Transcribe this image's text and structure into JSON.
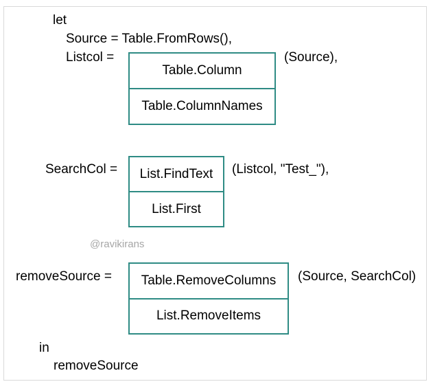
{
  "code": {
    "let": "let",
    "source_line": "Source = Table.FromRows(),",
    "listcol_label": "Listcol =",
    "listcol_args": "(Source),",
    "listcol_options": [
      "Table.Column",
      "Table.ColumnNames"
    ],
    "searchcol_label": "SearchCol =",
    "searchcol_args": "(Listcol, \"Test_\"),",
    "searchcol_options": [
      "List.FindText",
      "List.First"
    ],
    "remove_label": "removeSource =",
    "remove_args": "(Source, SearchCol)",
    "remove_options": [
      "Table.RemoveColumns",
      "List.RemoveItems"
    ],
    "in": "in",
    "result": "removeSource"
  },
  "watermark": "@ravikirans",
  "colors": {
    "box_border": "#2e8b84",
    "frame_border": "#d9d9d9",
    "watermark": "#a6a6a6"
  }
}
